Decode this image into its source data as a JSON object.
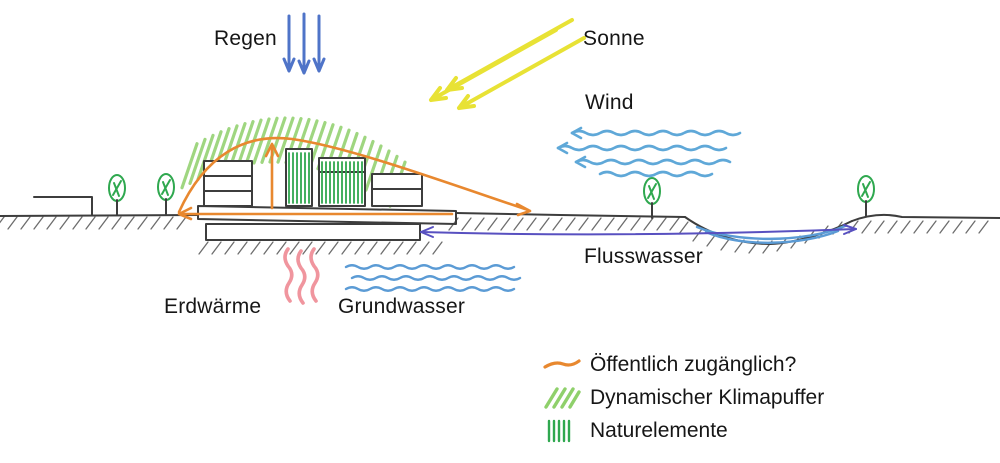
{
  "labels": {
    "regen": "Regen",
    "sonne": "Sonne",
    "wind": "Wind",
    "flusswasser": "Flusswasser",
    "erdwaerme": "Erdwärme",
    "grundwasser": "Grundwasser"
  },
  "legend": {
    "items": [
      {
        "label": "Öffentlich zugänglich?",
        "swatch": "orange-line"
      },
      {
        "label": "Dynamischer Klimapuffer",
        "swatch": "green-diagonal-hatch"
      },
      {
        "label": "Naturelemente",
        "swatch": "green-vertical-lines"
      }
    ]
  },
  "colors": {
    "ink": "#3d3d3d",
    "rain": "#4f74c8",
    "sun": "#e8e235",
    "wind": "#5fa8d8",
    "water": "#5b9bd5",
    "public_route": "#e8882f",
    "climate_buffer": "#8fd06b",
    "nature": "#2fa84f",
    "geothermal": "#ef8a94",
    "river_arrow": "#5850c0"
  }
}
